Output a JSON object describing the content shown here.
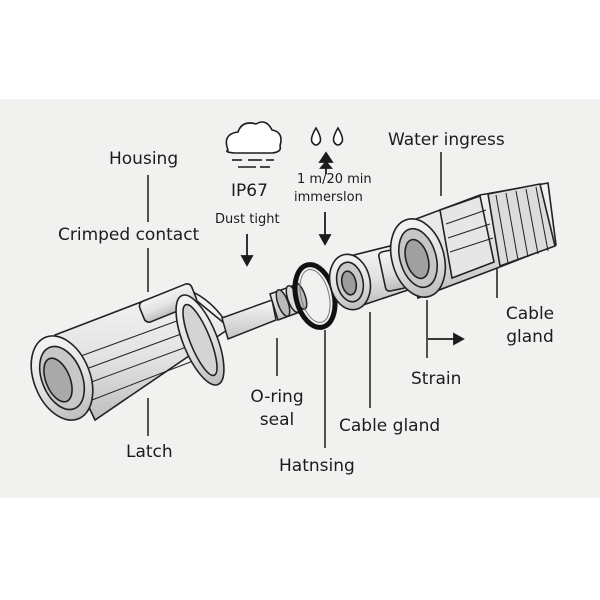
{
  "labels": {
    "housing_top": "Housing",
    "crimped_contact": "Crimped contact",
    "latch": "Latch",
    "oring_seal_line1": "O-ring",
    "oring_seal_line2": "seal",
    "hatnsing": "Hatnsing",
    "cable_gland_mid": "Cable gland",
    "strain": "Strain",
    "cable_gland_right_line1": "Cable",
    "cable_gland_right_line2": "gland",
    "water_ingress": "Water ingress"
  },
  "ratings": {
    "ip_code": "IP67",
    "dust_text": "Dust tight",
    "immersion_line1": "1 m/20 min",
    "immersion_line2": "immerslon"
  },
  "icons": [
    "cloud-rain-icon",
    "water-drops-icon",
    "arrow-up-icon",
    "arrow-down-icon",
    "arrow-right-icon"
  ],
  "colors": {
    "panel": "#f1f1f0",
    "ink": "#1c1c1c",
    "part_light": "#ebebeb",
    "part_shade": "#cfcfcf"
  }
}
